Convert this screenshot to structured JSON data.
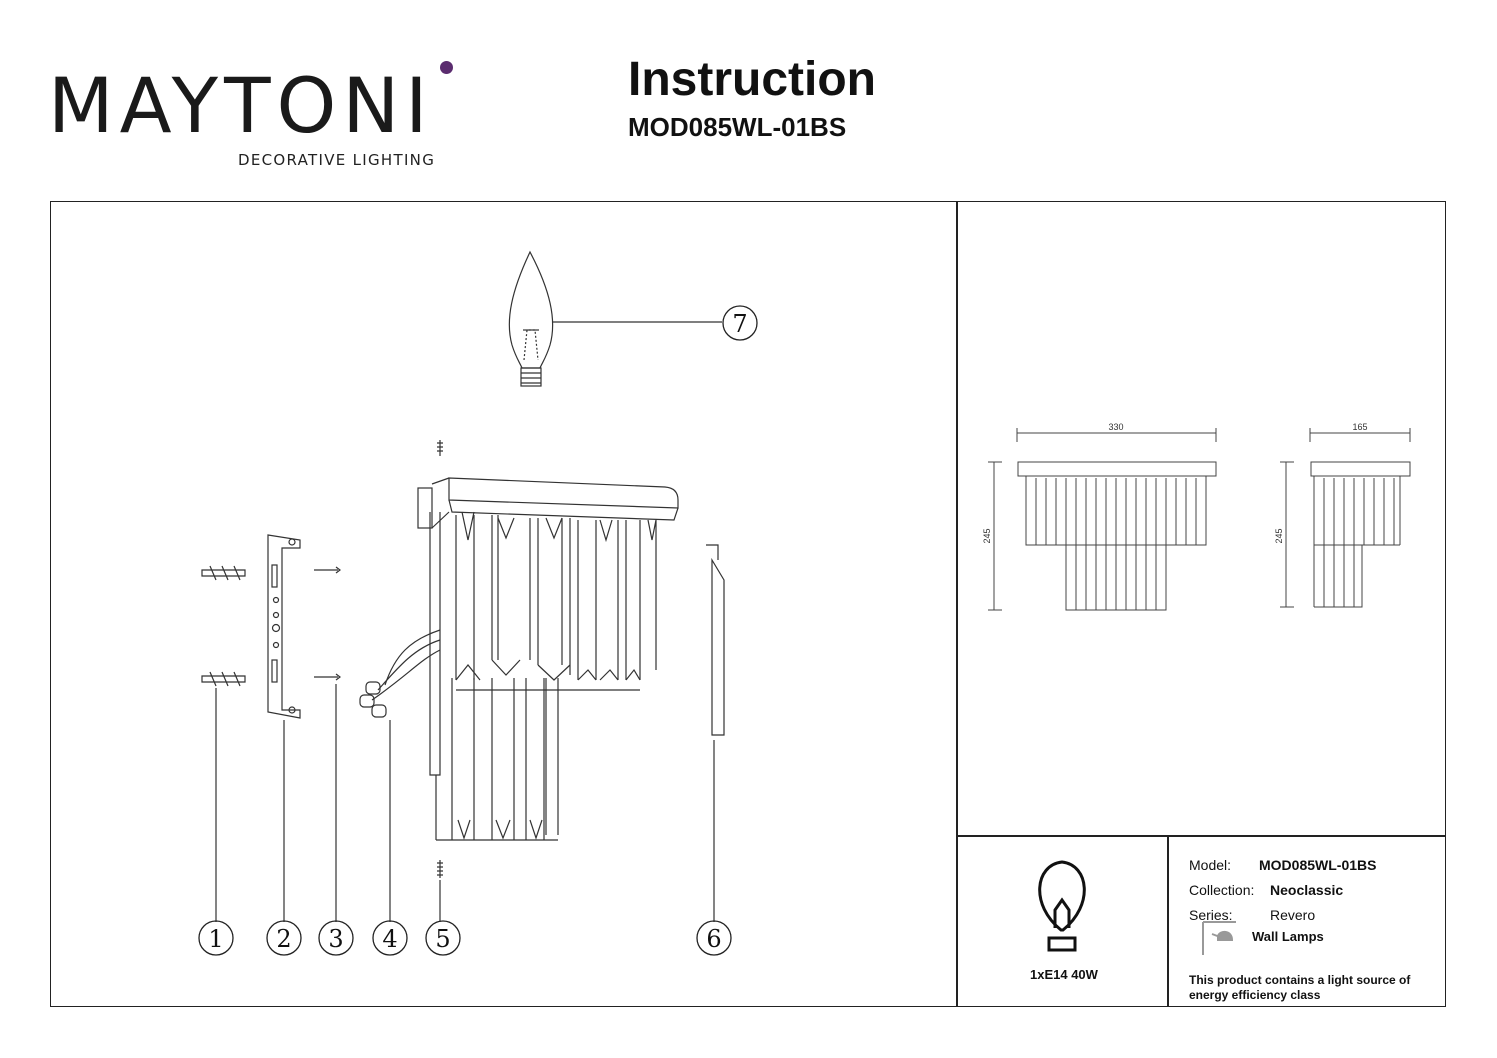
{
  "brand": {
    "name": "MAYTONI",
    "tagline": "DECORATIVE LIGHTING"
  },
  "header": {
    "title": "Instruction",
    "model": "MOD085WL-01BS"
  },
  "parts": [
    "1",
    "2",
    "3",
    "4",
    "5",
    "6",
    "7"
  ],
  "dimensions": {
    "front_width": "330",
    "front_height": "245",
    "side_width": "165",
    "side_height": "245"
  },
  "lamp": {
    "spec": "1xE14 40W"
  },
  "specs": {
    "model_label": "Model:",
    "model_value": "MOD085WL-01BS",
    "collection_label": "Collection:",
    "collection_value": "Neoclassic",
    "series_label": "Series:",
    "series_value": "Revero",
    "type_value": "Wall Lamps",
    "energy_line1": "This product contains a light source of",
    "energy_line2": "energy efficiency class"
  },
  "icons": {
    "bulb": "light-bulb-icon",
    "wall_lamp": "wall-lamp-icon"
  }
}
